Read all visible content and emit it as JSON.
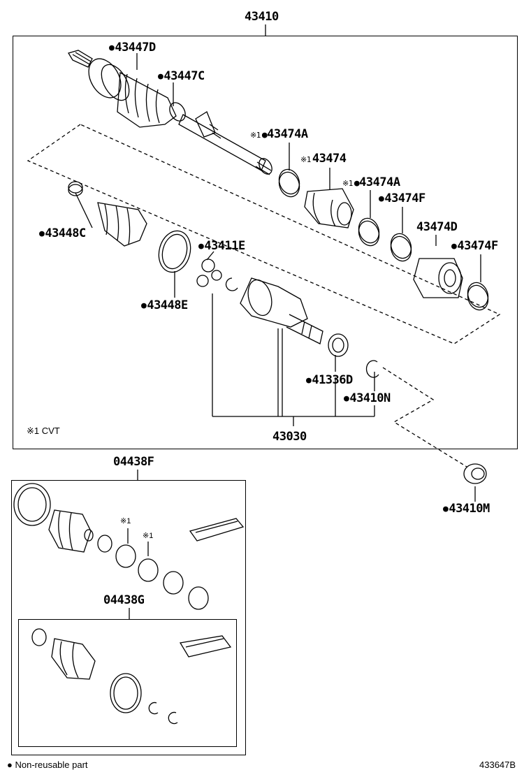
{
  "assembly_label": "43410",
  "parts_main": {
    "p43447D": {
      "number": "43447D",
      "nonreusable": true
    },
    "p43447C": {
      "number": "43447C",
      "nonreusable": true
    },
    "p43474A_1": {
      "number": "43474A",
      "nonreusable": true,
      "note": "※1"
    },
    "p43474": {
      "number": "43474",
      "nonreusable": false,
      "note": "※1"
    },
    "p43474A_2": {
      "number": "43474A",
      "nonreusable": true,
      "note": "※1"
    },
    "p43474F_1": {
      "number": "43474F",
      "nonreusable": true
    },
    "p43474D": {
      "number": "43474D",
      "nonreusable": false
    },
    "p43474F_2": {
      "number": "43474F",
      "nonreusable": true
    },
    "p43448C": {
      "number": "43448C",
      "nonreusable": true
    },
    "p43411E": {
      "number": "43411E",
      "nonreusable": true
    },
    "p43448E": {
      "number": "43448E",
      "nonreusable": true
    },
    "p41336D": {
      "number": "41336D",
      "nonreusable": true
    },
    "p43410N": {
      "number": "43410N",
      "nonreusable": true
    },
    "p43030": {
      "number": "43030",
      "nonreusable": false
    },
    "p43410M": {
      "number": "43410M",
      "nonreusable": true
    }
  },
  "footnote_cvt": "※1 CVT",
  "kit_outer_label": "04438F",
  "kit_inner_label": "04438G",
  "kit_notes": [
    "※1",
    "※1"
  ],
  "legend": {
    "symbol": "●",
    "text": "Non-reusable part"
  },
  "diagram_id": "433647B"
}
